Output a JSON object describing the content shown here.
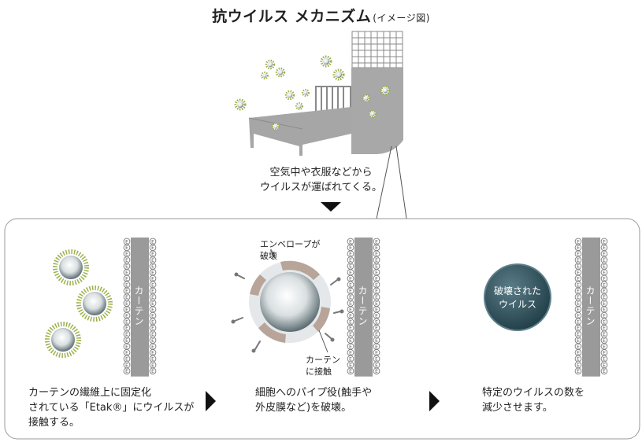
{
  "header": {
    "title": "抗ウイルス メカニズム",
    "subtitle": "(イメージ図)"
  },
  "scene": {
    "caption_line1": "空気中や衣服などから",
    "caption_line2": "ウイルスが運ばれてくる。"
  },
  "panel": {
    "fiber_label": "カーテン",
    "coat_letter": "E",
    "step1": {
      "line1": "カーテンの繊維上に固定化",
      "line2": "されている「Etak®」にウイルスが",
      "line3": "接触する。"
    },
    "step2": {
      "callout_envelope_1": "エンベロープが",
      "callout_envelope_2": "破壊",
      "callout_contact_1": "カーテン",
      "callout_contact_2": "に接触",
      "line1": "細胞へのパイプ役(触手や",
      "line2": "外皮膜など)を破壊。"
    },
    "step3": {
      "virus_label_1": "破壊された",
      "virus_label_2": "ウイルス",
      "line1": "特定のウイルスの数を",
      "line2": "減少させます。"
    }
  },
  "colors": {
    "fiber": "#9a9a9a",
    "furniture": "#a6a6a6",
    "envelope_damage": "#b8a498",
    "virus_core": "#2f5560",
    "spike": "#9cb04a"
  }
}
